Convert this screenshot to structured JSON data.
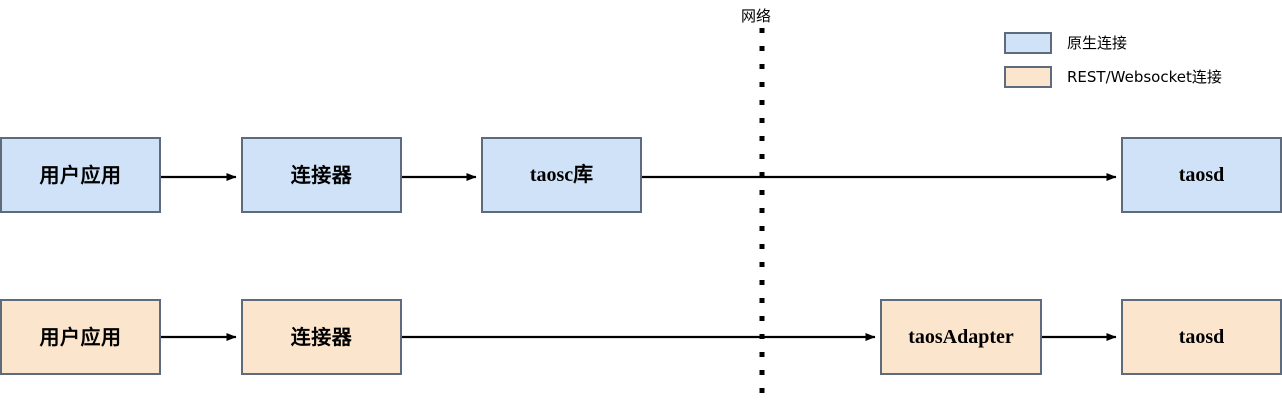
{
  "diagram": {
    "network_divider_label": "网络",
    "colors": {
      "native_fill": "#cfe2f7",
      "rest_fill": "#fce5cd",
      "border": "#5e6b7d",
      "line": "#000000",
      "background": "#ffffff"
    },
    "rows": [
      {
        "id": "native-connection-row",
        "type": "native",
        "nodes": [
          {
            "id": "user-app-native",
            "label": "用户应用",
            "script": "cjk"
          },
          {
            "id": "connector-native",
            "label": "连接器",
            "script": "cjk"
          },
          {
            "id": "taosc-library",
            "label": "taosc库",
            "script": "latin"
          },
          {
            "id": "taosd-native",
            "label": "taosd",
            "script": "latin"
          }
        ]
      },
      {
        "id": "rest-websocket-row",
        "type": "rest",
        "nodes": [
          {
            "id": "user-app-rest",
            "label": "用户应用",
            "script": "cjk"
          },
          {
            "id": "connector-rest",
            "label": "连接器",
            "script": "cjk"
          },
          {
            "id": "taos-adapter",
            "label": "taosAdapter",
            "script": "latin"
          },
          {
            "id": "taosd-rest",
            "label": "taosd",
            "script": "latin"
          }
        ]
      }
    ],
    "legend": {
      "items": [
        {
          "id": "legend-native",
          "swatch": "blue",
          "label": "原生连接"
        },
        {
          "id": "legend-rest",
          "swatch": "orange",
          "label": "REST/Websocket连接"
        }
      ]
    }
  }
}
